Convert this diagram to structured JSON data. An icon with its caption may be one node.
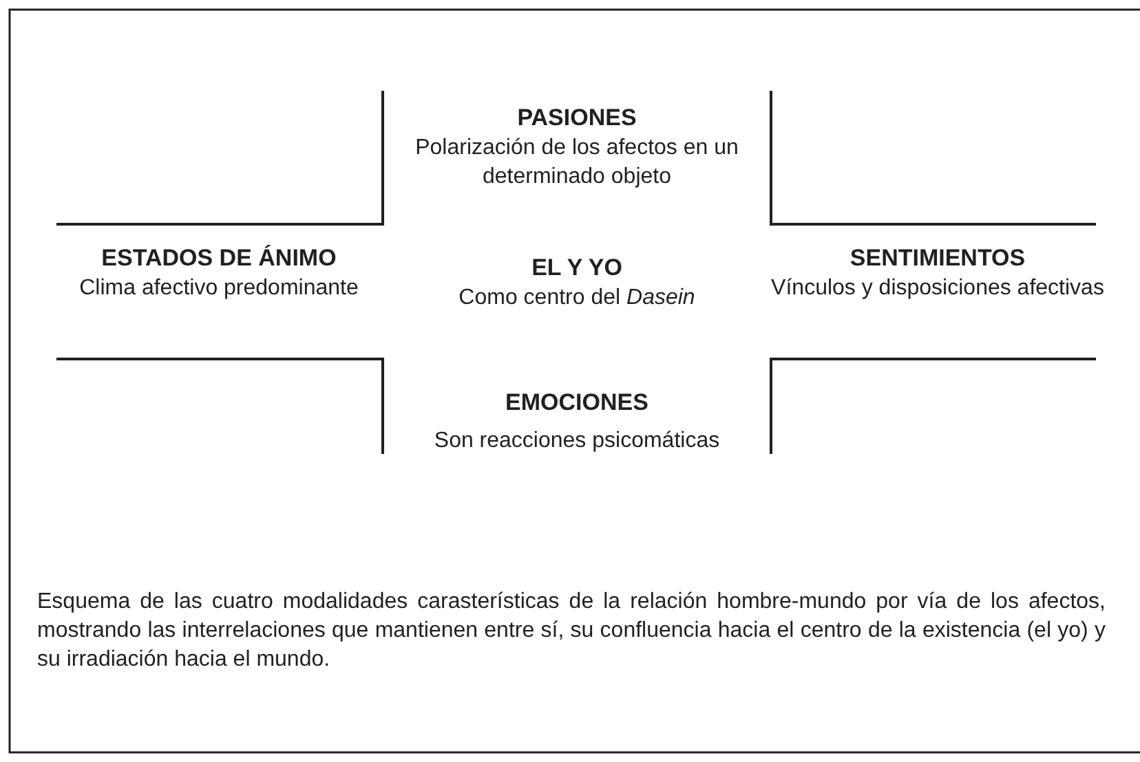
{
  "diagram": {
    "caption": "Esquema de las cuatro modalidades carasterísticas de la relación hombre-mundo por vía de los afectos, mostrando las interrelaciones que mantienen entre sí, su confluencia hacia el centro de la existencia (el yo) y su irradiación hacia el mundo.",
    "nodes": [
      {
        "text": [
          "PASIONES",
          "Polarización de los afectos en un determinado objeto"
        ]
      },
      {
        "text": [
          "ESTADOS DE ÁNIMO",
          "Clima afectivo predominante"
        ]
      },
      {
        "text": [
          "EL Y YO",
          "Como centro del *Dasein*"
        ]
      },
      {
        "text": [
          "SENTIMIENTOS",
          "Vínculos y disposiciones afectivas"
        ]
      },
      {
        "text": [
          "EMOCIONES",
          "Son reacciones psicomáticas"
        ]
      }
    ]
  }
}
